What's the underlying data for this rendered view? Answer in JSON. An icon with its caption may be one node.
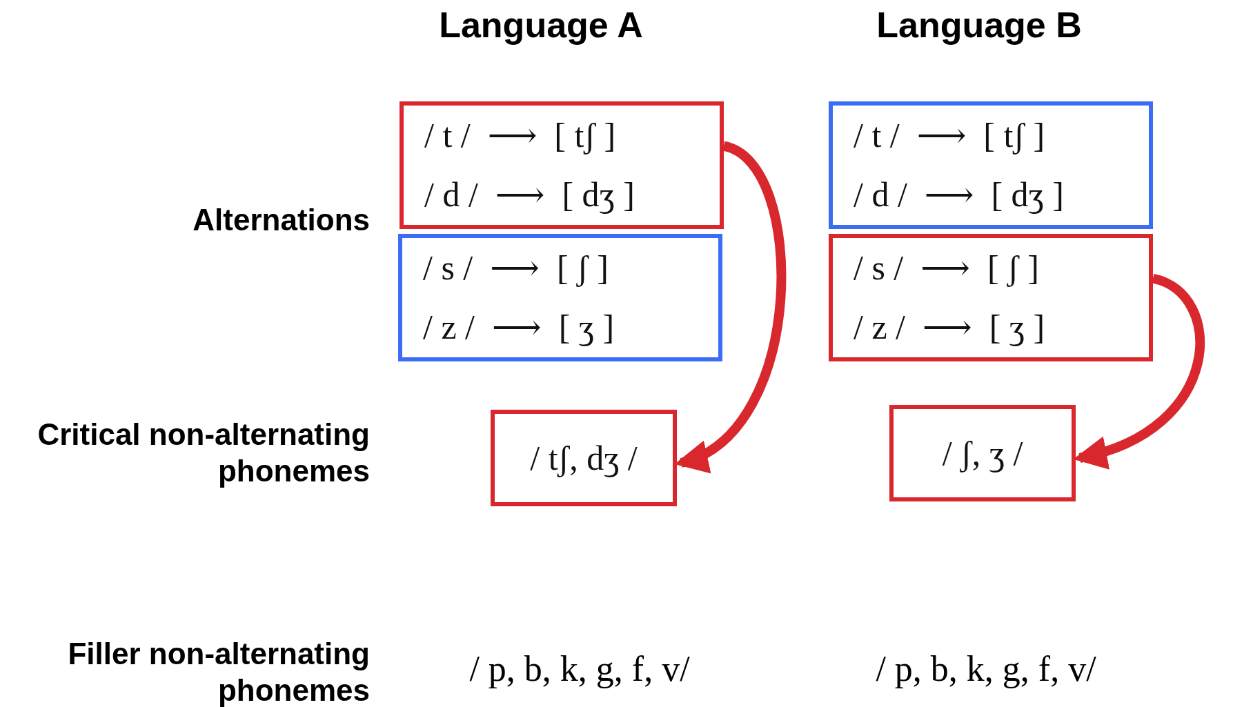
{
  "diagram": {
    "nodes": [
      {
        "text": [
          "/ t /  ⟶  [ tʃ ]",
          "/ d /  ⟶  [ dʒ ]"
        ]
      },
      {
        "text": [
          "/ t /  ⟶  [ tʃ ]",
          "/ d /  ⟶  [ dʒ ]"
        ]
      },
      {
        "text": [
          "/ s /  ⟶  [ ʃ ]",
          "/ z /  ⟶  [ ʒ ]"
        ]
      },
      {
        "text": [
          "/ s /  ⟶  [ ʃ ]",
          "/ z /  ⟶  [ ʒ ]"
        ]
      },
      {
        "text": [
          "/ tʃ, dʒ /"
        ]
      },
      {
        "text": [
          "/ ʃ, ʒ /"
        ]
      }
    ],
    "edges": [
      {
        "from": 0,
        "to": 4,
        "arrow": "to",
        "color": "#d9272e"
      },
      {
        "from": 3,
        "to": 5,
        "arrow": "to",
        "color": "#d9272e"
      }
    ],
    "labels": [
      "Language A",
      "Language B",
      "Alternations",
      "Critical non-alternating phonemes",
      "Filler non-alternating phonemes",
      "/ p, b, k, g, f, v/",
      "/ p, b, k, g, f, v/"
    ]
  }
}
